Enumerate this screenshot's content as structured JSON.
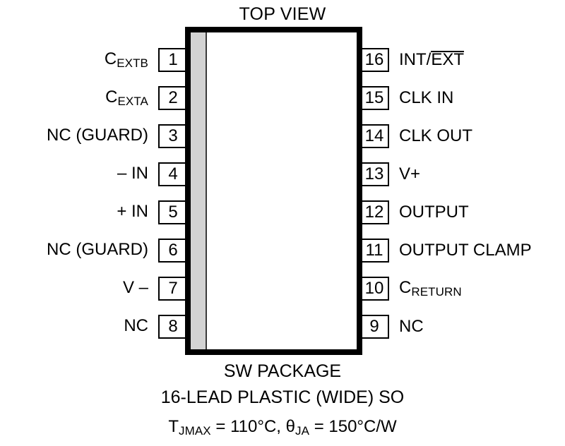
{
  "diagram": {
    "title": "TOP VIEW",
    "package_line_1": "SW PACKAGE",
    "package_line_2": "16-LEAD PLASTIC (WIDE) SO",
    "thermal_prefix": "T",
    "thermal_prefix_sub": "JMAX",
    "thermal_mid": " = 110°C, ",
    "thermal_theta": "θ",
    "thermal_theta_sub": "JA",
    "thermal_tail": " = 150°C/W",
    "body_fill": "#ffffff",
    "body_stroke": "#000000",
    "guard_fill": "#d3d3d3"
  },
  "pins_left": [
    {
      "number": "1",
      "label": "C",
      "sub": "EXTB"
    },
    {
      "number": "2",
      "label": "C",
      "sub": "EXTA"
    },
    {
      "number": "3",
      "label": "NC (GUARD)",
      "sub": ""
    },
    {
      "number": "4",
      "label": "– IN",
      "sub": ""
    },
    {
      "number": "5",
      "label": "+ IN",
      "sub": ""
    },
    {
      "number": "6",
      "label": "NC (GUARD)",
      "sub": ""
    },
    {
      "number": "7",
      "label": "V –",
      "sub": ""
    },
    {
      "number": "8",
      "label": "NC",
      "sub": ""
    }
  ],
  "pins_right": [
    {
      "number": "16",
      "label": "INT/",
      "over": "EXT",
      "sub": ""
    },
    {
      "number": "15",
      "label": "CLK IN",
      "over": "",
      "sub": ""
    },
    {
      "number": "14",
      "label": "CLK OUT",
      "over": "",
      "sub": ""
    },
    {
      "number": "13",
      "label": "V+",
      "over": "",
      "sub": ""
    },
    {
      "number": "12",
      "label": "OUTPUT",
      "over": "",
      "sub": ""
    },
    {
      "number": "11",
      "label": "OUTPUT CLAMP",
      "over": "",
      "sub": ""
    },
    {
      "number": "10",
      "label": "C",
      "over": "",
      "sub": "RETURN"
    },
    {
      "number": "9",
      "label": "NC",
      "over": "",
      "sub": ""
    }
  ]
}
